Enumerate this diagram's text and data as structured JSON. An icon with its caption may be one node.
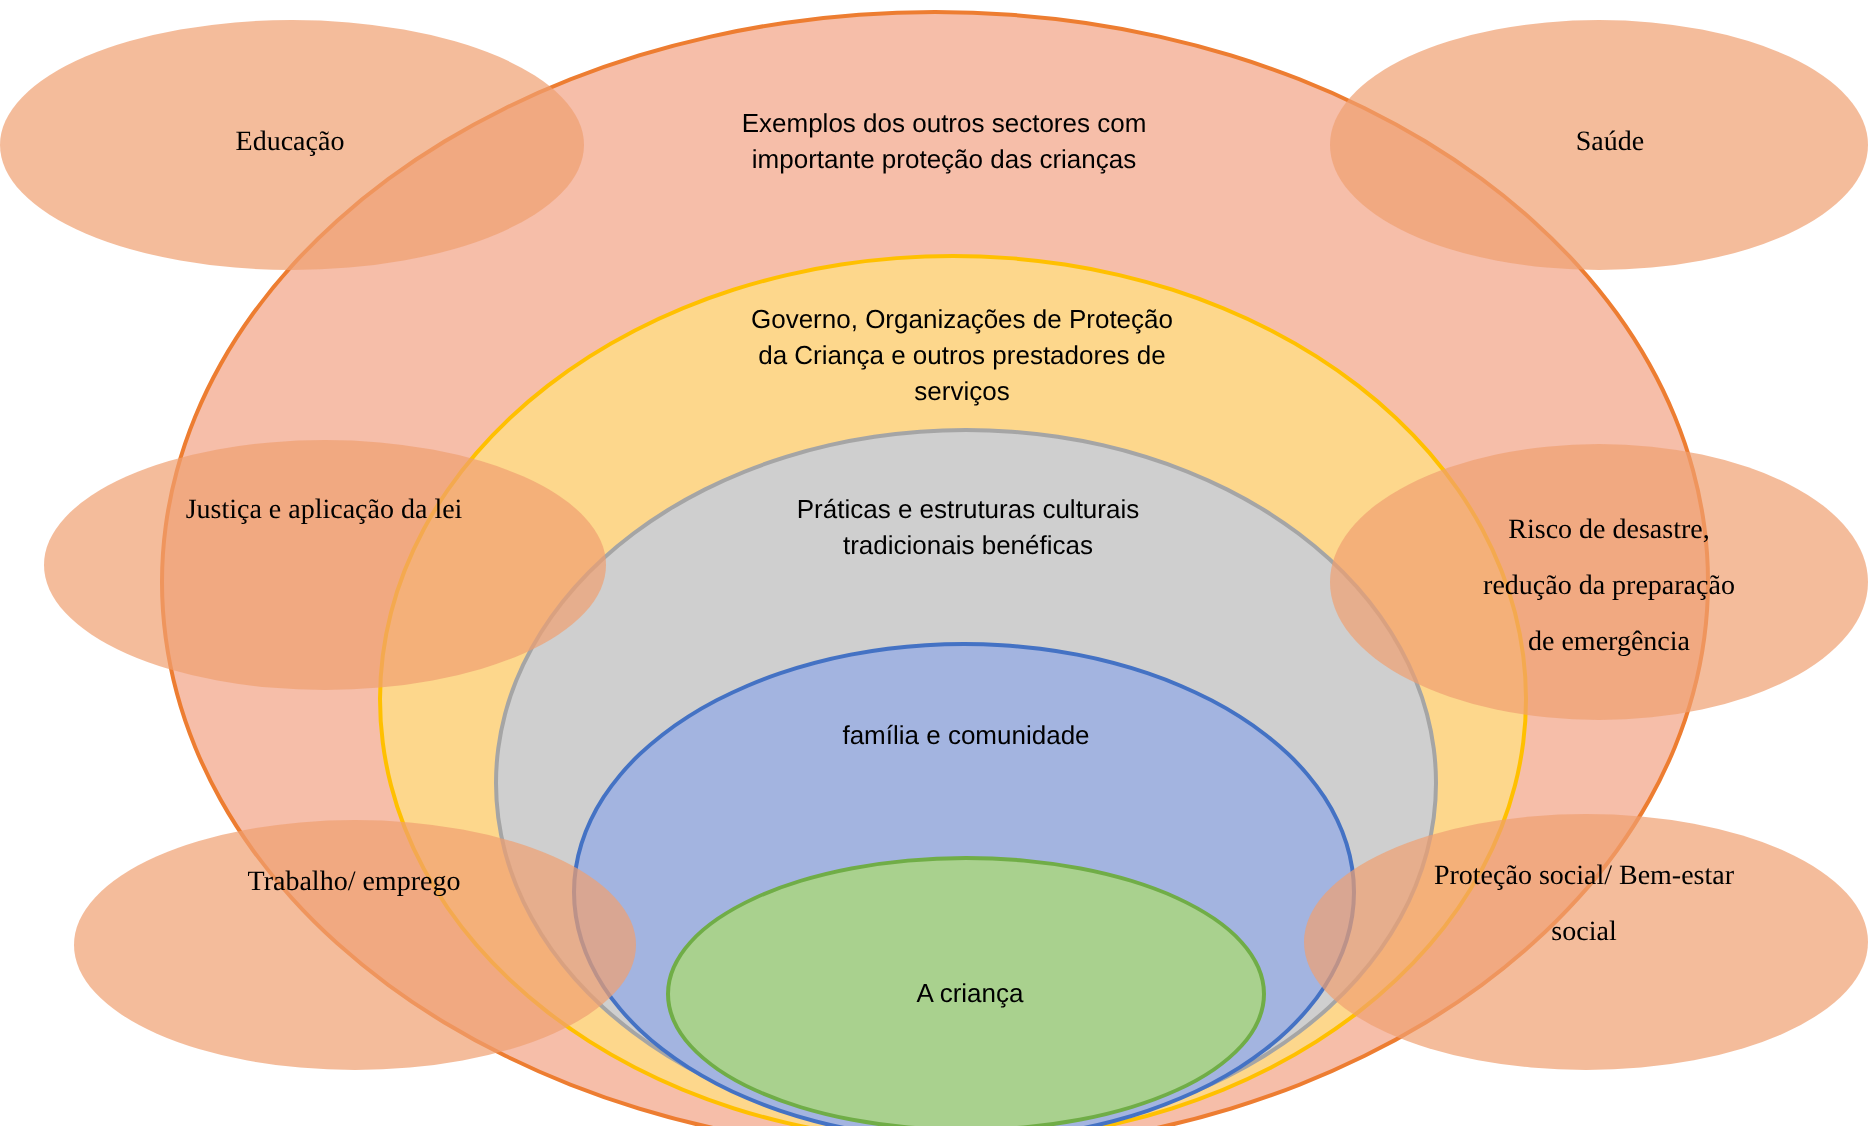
{
  "diagram": {
    "nodes": [
      {
        "text": [
          "Exemplos dos outros sectores com importante proteção das crianças"
        ]
      },
      {
        "text": [
          "Educação"
        ]
      },
      {
        "text": [
          "Saúde"
        ]
      },
      {
        "text": [
          "Governo, Organizações de Proteção da Criança e outros prestadores de serviços"
        ],
        "in": 0
      },
      {
        "text": [
          "Justiça e aplicação da lei"
        ]
      },
      {
        "text": [
          "Risco de desastre, redução da preparação de emergência"
        ]
      },
      {
        "text": [
          "Práticas e estruturas culturais tradicionais benéficas"
        ],
        "in": 3
      },
      {
        "text": [
          "família e comunidade"
        ],
        "in": 6
      },
      {
        "text": [
          "Trabalho/ emprego"
        ]
      },
      {
        "text": [
          "Proteção social/ Bem-estar social"
        ]
      },
      {
        "text": [
          "A criança"
        ],
        "in": 7
      }
    ]
  }
}
